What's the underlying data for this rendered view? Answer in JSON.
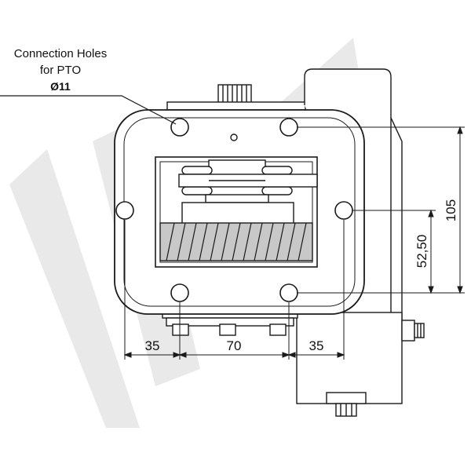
{
  "callout": {
    "line1": "Connection Holes",
    "line2": "for PTO",
    "diameter": "Ø11"
  },
  "dimensions": {
    "bottom_left": "35",
    "bottom_middle": "70",
    "bottom_right": "35",
    "right_half": "52,50",
    "right_full": "105"
  },
  "colors": {
    "line": "#1a1a1a",
    "watermark": "#e9e9e9",
    "gear_fill": "#c8c8c8"
  }
}
